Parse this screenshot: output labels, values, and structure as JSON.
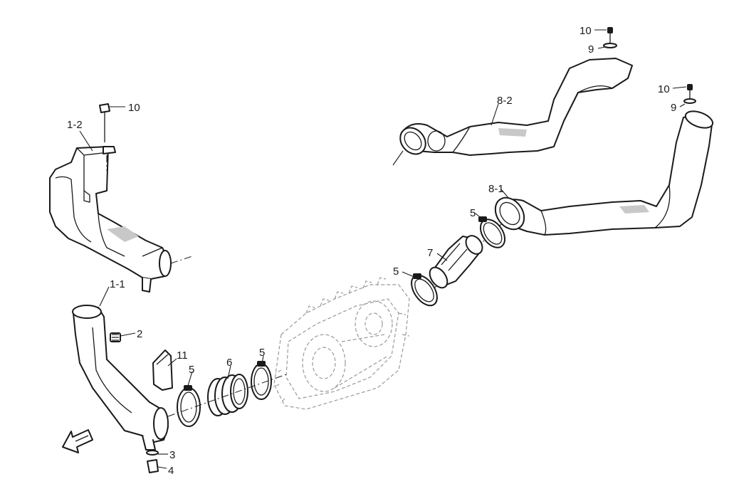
{
  "callouts": {
    "c_10_left": "10",
    "c_1_2": "1-2",
    "c_1_1": "1-1",
    "c_2": "2",
    "c_11": "11",
    "c_5_a": "5",
    "c_6": "6",
    "c_5_b": "5",
    "c_3": "3",
    "c_4": "4",
    "c_10_top": "10",
    "c_9_top": "9",
    "c_8_2": "8-2",
    "c_10_right": "10",
    "c_9_right": "9",
    "c_8_1": "8-1",
    "c_5_c": "5",
    "c_7": "7",
    "c_5_d": "5"
  },
  "icons": {
    "front_arrow": "front-direction-arrow-icon"
  },
  "colors": {
    "line": "#1a1a1a",
    "ghost": "#9a9a9a",
    "shade": "#c8c8c8",
    "background": "#ffffff"
  }
}
